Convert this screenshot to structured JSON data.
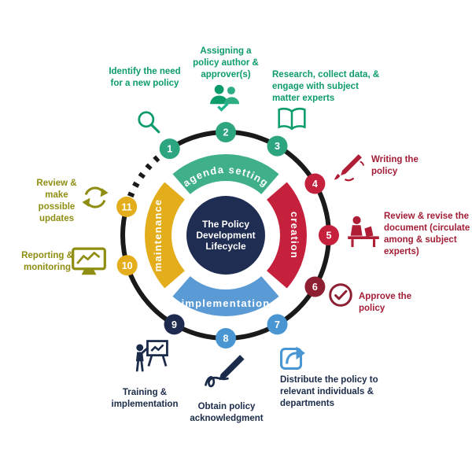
{
  "title": "The Policy Development Lifecycle",
  "center": {
    "line1": "The Policy",
    "line2": "Development",
    "line3": "Lifecycle"
  },
  "arc_labels": {
    "top": "agenda setting",
    "right": "creation",
    "bottom": "implementation",
    "left": "maintenance"
  },
  "colors": {
    "green": "#0c9c6a",
    "arc_green": "#3fb08a",
    "red": "#c5203c",
    "dark_red": "#8e1f33",
    "red_text": "#a31d36",
    "blue": "#4a96d2",
    "arc_blue": "#5b9bd5",
    "navy": "#1f2b4e",
    "navy_text": "#1b2b4a",
    "yellow": "#e3ad1b",
    "olive_text": "#8f8e12",
    "ring_black": "#1a1a1a",
    "center_navy": "#1f2d52"
  },
  "steps": [
    {
      "num": "1",
      "label": "Identify the need for a new policy",
      "icon": "magnifying-glass"
    },
    {
      "num": "2",
      "label": "Assigning a policy author & approver(s)",
      "icon": "people-check"
    },
    {
      "num": "3",
      "label": "Research,  collect data, & engage with subject matter experts",
      "icon": "open-book"
    },
    {
      "num": "4",
      "label": "Writing the policy",
      "icon": "pen"
    },
    {
      "num": "5",
      "label": "Review & revise the document (circulate among & subject experts)",
      "icon": "person-at-desk"
    },
    {
      "num": "6",
      "label": "Approve the policy",
      "icon": "check-circle"
    },
    {
      "num": "7",
      "label": "Distribute the policy to relevant individuals & departments",
      "icon": "share-arrow"
    },
    {
      "num": "8",
      "label": "Obtain policy acknowledgment",
      "icon": "signature"
    },
    {
      "num": "9",
      "label": "Training & implementation",
      "icon": "presenter-board"
    },
    {
      "num": "10",
      "label": "Reporting & monitoring",
      "icon": "monitor-chart"
    },
    {
      "num": "11",
      "label": "Review & make possible updates",
      "icon": "refresh-arrows"
    }
  ]
}
